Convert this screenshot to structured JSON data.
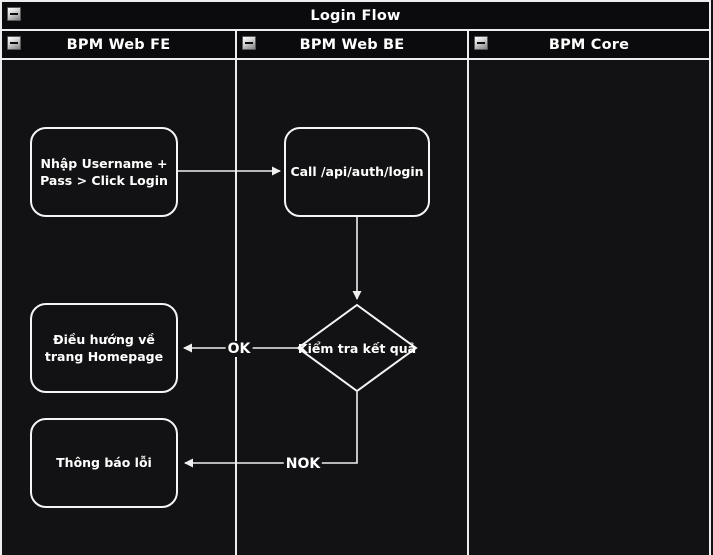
{
  "pool": {
    "title": "Login Flow"
  },
  "lanes": [
    {
      "label": "BPM Web FE"
    },
    {
      "label": "BPM Web BE"
    },
    {
      "label": "BPM Core"
    }
  ],
  "nodes": {
    "enter_credentials": {
      "label": "Nhập Username + Pass > Click Login"
    },
    "call_login_api": {
      "label": "Call /api/auth/login"
    },
    "check_result": {
      "label": "Kiểm tra kết quả"
    },
    "redirect_homepage": {
      "label": "Điều hướng về trang Homepage"
    },
    "error_notification": {
      "label": "Thông báo lỗi"
    }
  },
  "edge_labels": {
    "ok": "OK",
    "nok": "NOK"
  },
  "icons": {
    "collapse": "−"
  },
  "colors": {
    "canvas_background": "#121214",
    "header_fill": "#0b0b0d",
    "shape_fill": "#121214",
    "stroke": "#ededed",
    "text": "#ffffff"
  }
}
